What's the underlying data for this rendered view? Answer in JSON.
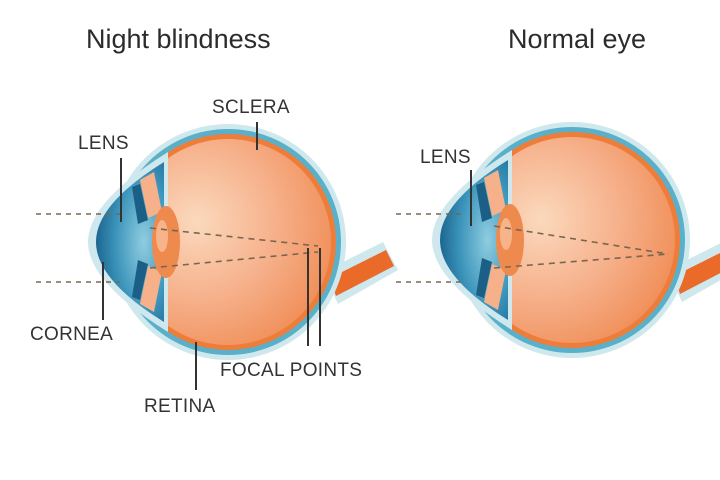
{
  "titles": {
    "left": "Night blindness",
    "right": "Normal eye"
  },
  "labels": {
    "sclera": "SCLERA",
    "lens_left": "LENS",
    "cornea": "CORNEA",
    "retina": "RETINA",
    "focal_points": "FOCAL POINTS",
    "lens_right": "LENS"
  },
  "colors": {
    "vitreous": "#f4a070",
    "vitreous_light": "#fad3b4",
    "sclera_blue": "#5ab0c8",
    "sclera_light": "#cfe8ee",
    "cornea_blue": "#2f88b0",
    "iris_dark": "#1c5f86",
    "lens_orange": "#ef8a4e",
    "optic_nerve": "#ea6a2a",
    "line": "#333333",
    "dashed": "#7a6650"
  }
}
